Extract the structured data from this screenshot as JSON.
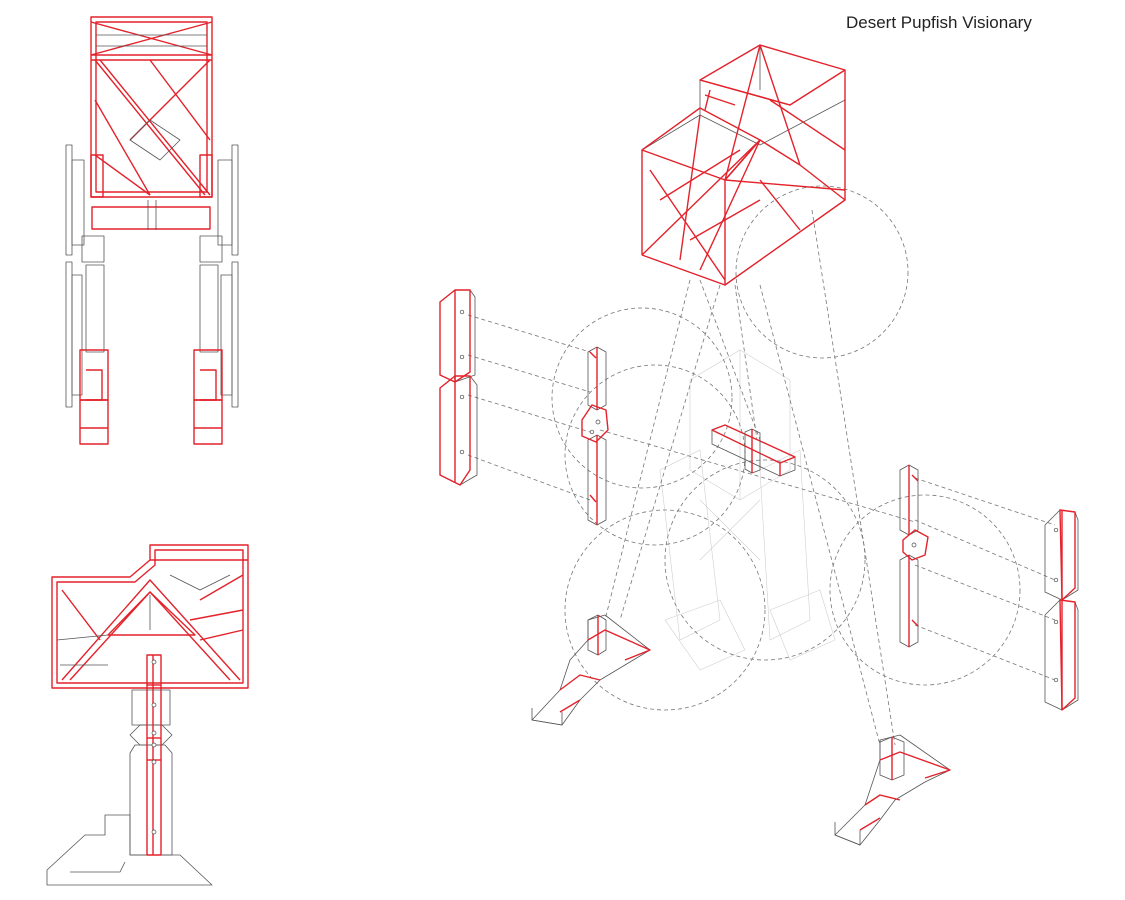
{
  "sheet": {
    "title": "Desert Pupfish Visionary"
  },
  "colors": {
    "accent_line": "#e3222b",
    "base_line": "#555555",
    "construction_line": "#777777",
    "background": "#ffffff"
  },
  "views": [
    "top-view",
    "side-view",
    "exploded-isometric-view"
  ]
}
